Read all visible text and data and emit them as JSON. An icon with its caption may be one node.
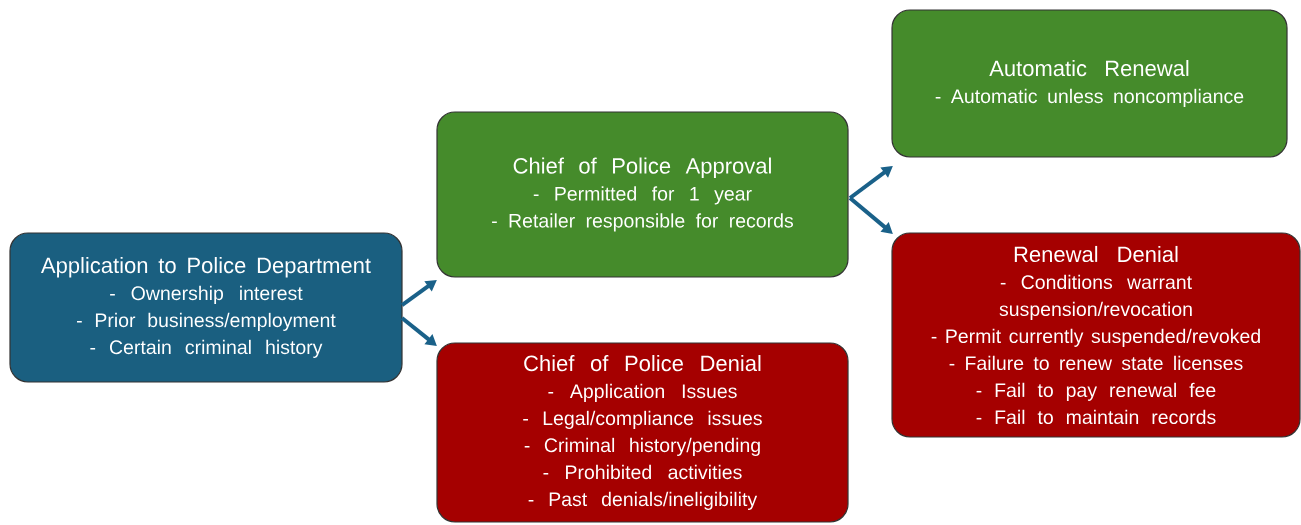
{
  "diagram": {
    "nodes": [
      {
        "text": [
          "Application to Police Department",
          "- Ownership interest",
          "- Prior business/employment",
          "- Certain criminal history"
        ]
      },
      {
        "text": [
          "Chief of Police Approval",
          "- Permitted for 1 year",
          "- Retailer responsible for records"
        ]
      },
      {
        "text": [
          "Chief of Police Denial",
          "- Application Issues",
          "- Legal/compliance issues",
          "- Criminal history/pending",
          "- Prohibited activities",
          "- Past denials/ineligibility"
        ]
      },
      {
        "text": [
          "Automatic Renewal",
          "- Automatic unless noncompliance"
        ]
      },
      {
        "text": [
          "Renewal Denial",
          "- Conditions warrant suspension/revocation",
          "- Permit currently suspended/revoked",
          "- Failure to renew state licenses",
          "- Fail to pay renewal fee",
          "- Fail to maintain records"
        ]
      }
    ],
    "edges": [
      {
        "from": 0,
        "to": 1,
        "arrow": "to"
      },
      {
        "from": 0,
        "to": 2,
        "arrow": "to"
      },
      {
        "from": 1,
        "to": 3,
        "arrow": "to"
      },
      {
        "from": 1,
        "to": 4,
        "arrow": "to"
      }
    ]
  }
}
